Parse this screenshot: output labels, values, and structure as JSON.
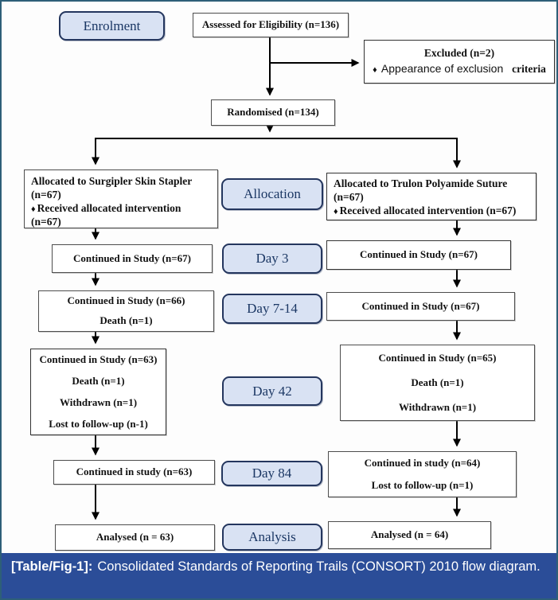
{
  "labels": {
    "enrolment": "Enrolment",
    "allocation": "Allocation",
    "day3": "Day 3",
    "day7_14": "Day 7-14",
    "day42": "Day 42",
    "day84": "Day 84",
    "analysis": "Analysis"
  },
  "top": {
    "assessed": "Assessed for Eligibility (n=136)",
    "excluded_title": "Excluded (n=2)",
    "excluded_bullet": "♦",
    "excluded_reason_main": "Appearance of exclusion",
    "excluded_reason_tail": "criteria",
    "randomised": "Randomised (n=134)"
  },
  "left_arm": {
    "alloc_line1": "Allocated to Surgipler Skin Stapler (n=67)",
    "alloc_bullet": "♦",
    "alloc_line2": "Received allocated intervention (n=67)",
    "day3": "Continued in Study (n=67)",
    "day7_14_lines": [
      "Continued in Study (n=66)",
      "Death (n=1)"
    ],
    "day42_lines": [
      "Continued in Study (n=63)",
      "Death (n=1)",
      "Withdrawn (n=1)",
      "Lost to follow-up (n-1)"
    ],
    "day84": "Continued in study (n=63)",
    "analysed": "Analysed (n = 63)"
  },
  "right_arm": {
    "alloc_line1": "Allocated to Trulon Polyamide Suture (n=67)",
    "alloc_bullet": "♦",
    "alloc_line2": "Received allocated intervention (n=67)",
    "day3": "Continued in Study (n=67)",
    "day7_14": "Continued in Study (n=67)",
    "day42_lines": [
      "Continued in Study (n=65)",
      "Death (n=1)",
      "Withdrawn (n=1)"
    ],
    "day84_lines": [
      "Continued in study (n=64)",
      "Lost to follow-up (n=1)"
    ],
    "analysed": "Analysed (n = 64)"
  },
  "caption": {
    "label": "[Table/Fig-1]:",
    "text": "Consolidated Standards of Reporting Trails (CONSORT) 2010 flow diagram."
  },
  "colors": {
    "stage_fill": "#d9e2f3",
    "stage_border": "#24365e",
    "stage_text": "#1b3764",
    "caption_bg": "#2b4d98",
    "caption_text": "#ffffff",
    "box_border": "#4d4d4d",
    "arrow": "#000000",
    "outer_border": "#2e5f78"
  }
}
